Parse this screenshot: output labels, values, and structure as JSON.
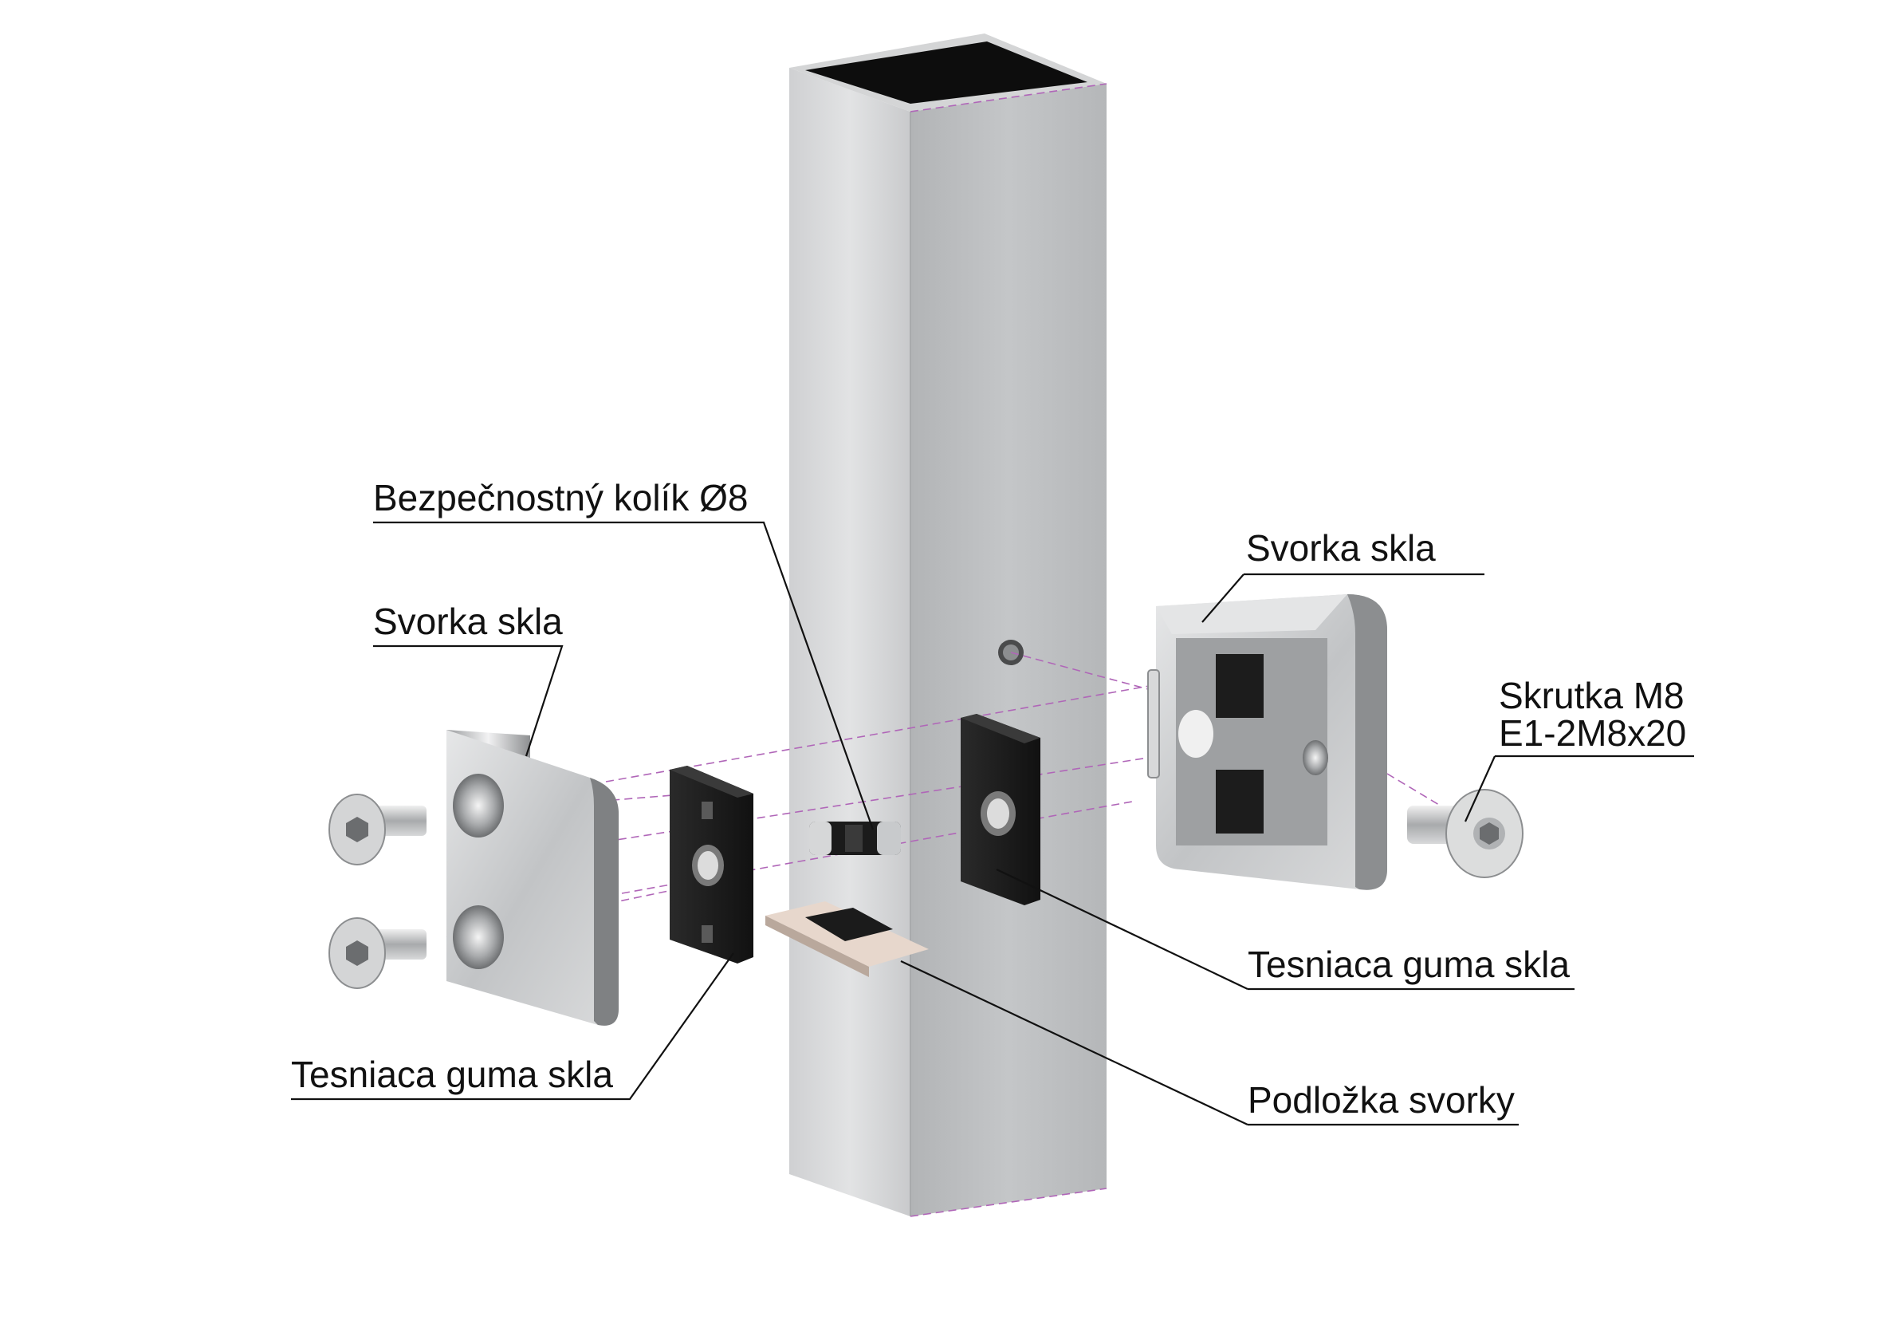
{
  "labels": {
    "pin": "Bezpečnostný kolík Ø8",
    "clamp_left": "Svorka skla",
    "clamp_right": "Svorka skla",
    "screw_line1": "Skrutka M8",
    "screw_line2": "E1-2M8x20",
    "rubber_right": "Tesniaca guma skla",
    "rubber_left": "Tesniaca guma skla",
    "base_plate": "Podložka svorky"
  },
  "colors": {
    "post_light": "#d9dadb",
    "post_dark": "#b9bbbd",
    "post_top_inner": "#0d0d0d",
    "steel": "#c8cacc",
    "rubber": "#1b1b1b",
    "guide_line": "#b066b8",
    "text": "#111111"
  }
}
